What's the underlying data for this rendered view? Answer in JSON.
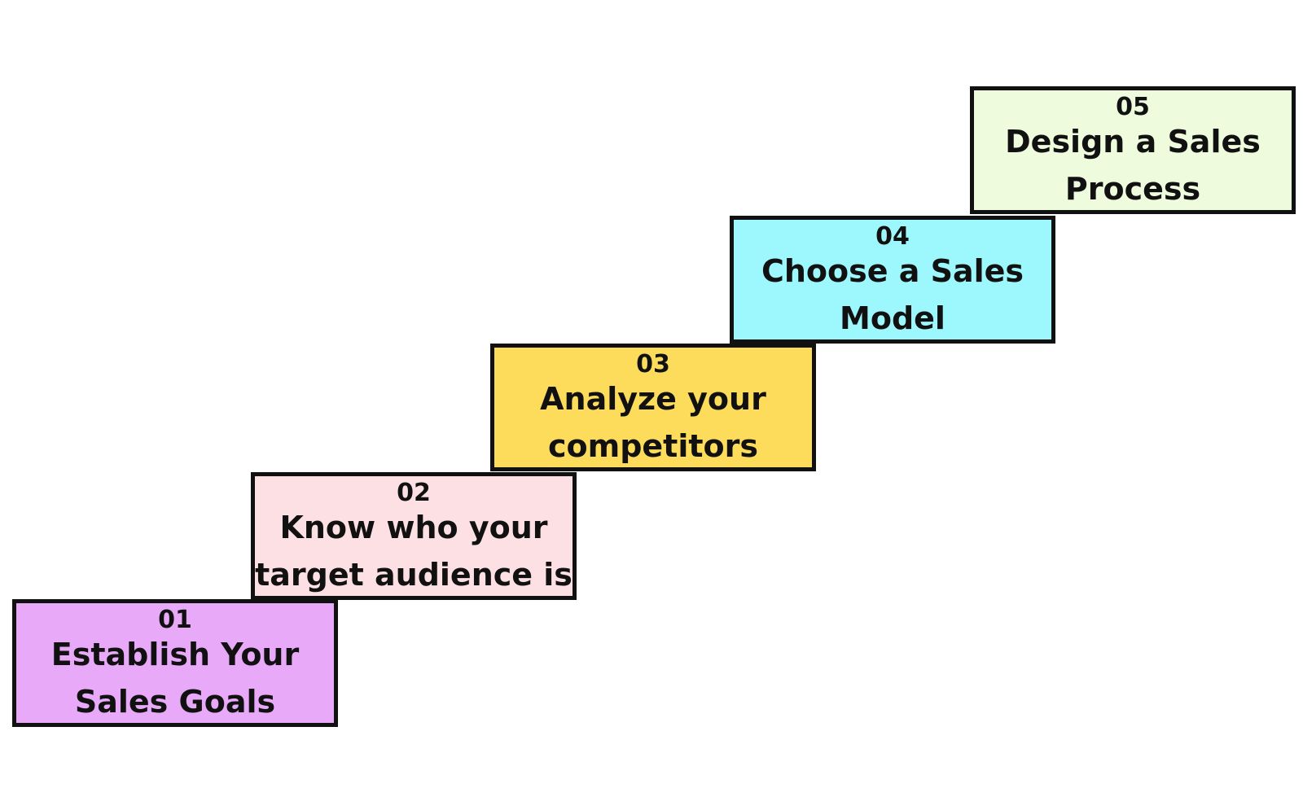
{
  "steps": [
    {
      "number": "01",
      "line1": "Establish Your",
      "line2": "Sales Goals",
      "color": "#e8a9f9"
    },
    {
      "number": "02",
      "line1": "Know who your",
      "line2": "target audience is",
      "color": "#fde0e3"
    },
    {
      "number": "03",
      "line1": "Analyze your",
      "line2": "competitors",
      "color": "#fddc5c"
    },
    {
      "number": "04",
      "line1": "Choose a Sales",
      "line2": "Model",
      "color": "#9cf8fd"
    },
    {
      "number": "05",
      "line1": "Design a Sales",
      "line2": "Process",
      "color": "#eefbdc"
    }
  ]
}
